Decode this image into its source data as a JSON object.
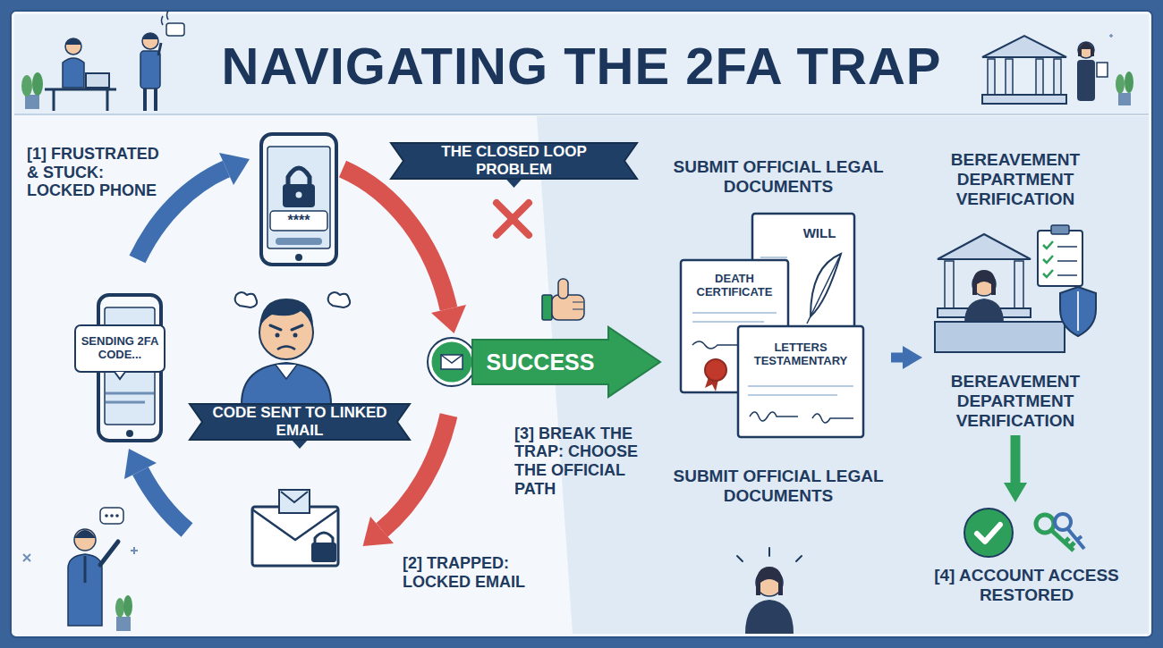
{
  "diagram": {
    "title": "NAVIGATING THE 2FA TRAP",
    "nodes": [
      {
        "text": [
          "THE CLOSED LOOP PROBLEM"
        ]
      },
      {
        "text": [
          "****"
        ]
      },
      {
        "text": [
          "SENDING 2FA CODE..."
        ]
      },
      {
        "text": [
          "CODE SENT TO LINKED EMAIL"
        ]
      },
      {
        "text": [
          "SUCCESS"
        ]
      },
      {
        "text": [
          "SUBMIT OFFICIAL LEGAL DOCUMENTS",
          "SUBMIT OFFICIAL LEGAL DOCUMENTS"
        ]
      },
      {
        "text": [
          "DEATH CERTIFICATE"
        ],
        "in": 5
      },
      {
        "text": [
          "WILL"
        ],
        "in": 5
      },
      {
        "text": [
          "LETTERS TESTAMENTARY"
        ],
        "in": 5
      },
      {
        "text": [
          "BEREAVEMENT DEPARTMENT VERIFICATION",
          "BEREAVEMENT DEPARTMENT VERIFICATION"
        ]
      },
      {
        "text": [
          "[4] ACCOUNT ACCESS RESTORED"
        ]
      }
    ],
    "edges": [
      {
        "from": 5,
        "to": 9,
        "arrow": "to"
      },
      {
        "from": 9,
        "to": 10,
        "arrow": "to"
      }
    ],
    "labels": [
      "[1] FRUSTRATED & STUCK: LOCKED PHONE",
      "[2] TRAPPED: LOCKED EMAIL",
      "[3] BREAK THE TRAP: CHOOSE THE OFFICIAL PATH"
    ]
  }
}
